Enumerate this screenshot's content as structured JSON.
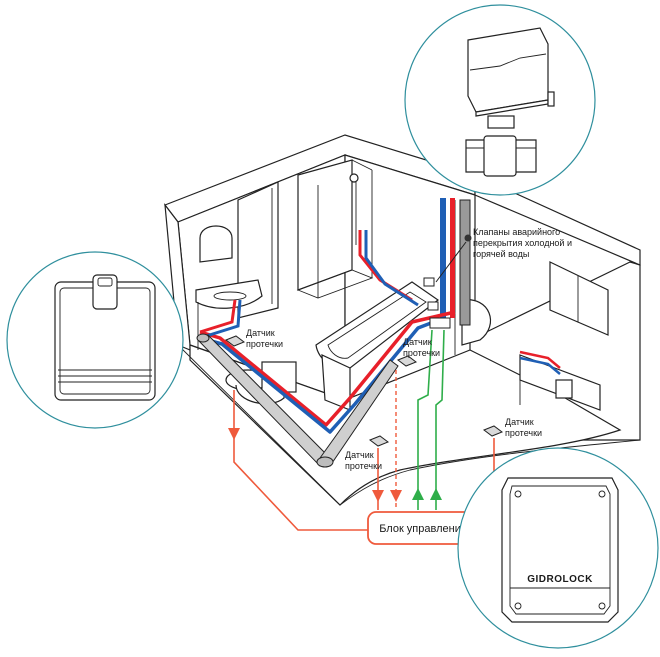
{
  "labels": {
    "valves": [
      "Клапаны аварийного",
      "перекрытия холодной  и",
      "горячей воды"
    ],
    "sensor_left": [
      "Датчик",
      "протечки"
    ],
    "sensor_center": [
      "Датчик",
      "протечки"
    ],
    "sensor_bottom": [
      "Датчик",
      "протечки"
    ],
    "sensor_kitchen": [
      "Датчик",
      "протечки"
    ],
    "control_unit": "Блок управления",
    "brand": "GIDROLOCK"
  },
  "colors": {
    "hot": "#e8202a",
    "cold": "#1f5fb5",
    "signal": "#ef5a3c",
    "control": "#2fae4a",
    "circle": "#2f8f9d",
    "outline": "#222222"
  },
  "icons": {
    "valve": "motorized-valve-icon",
    "sensor": "leak-sensor-icon",
    "unit": "control-unit-icon"
  }
}
